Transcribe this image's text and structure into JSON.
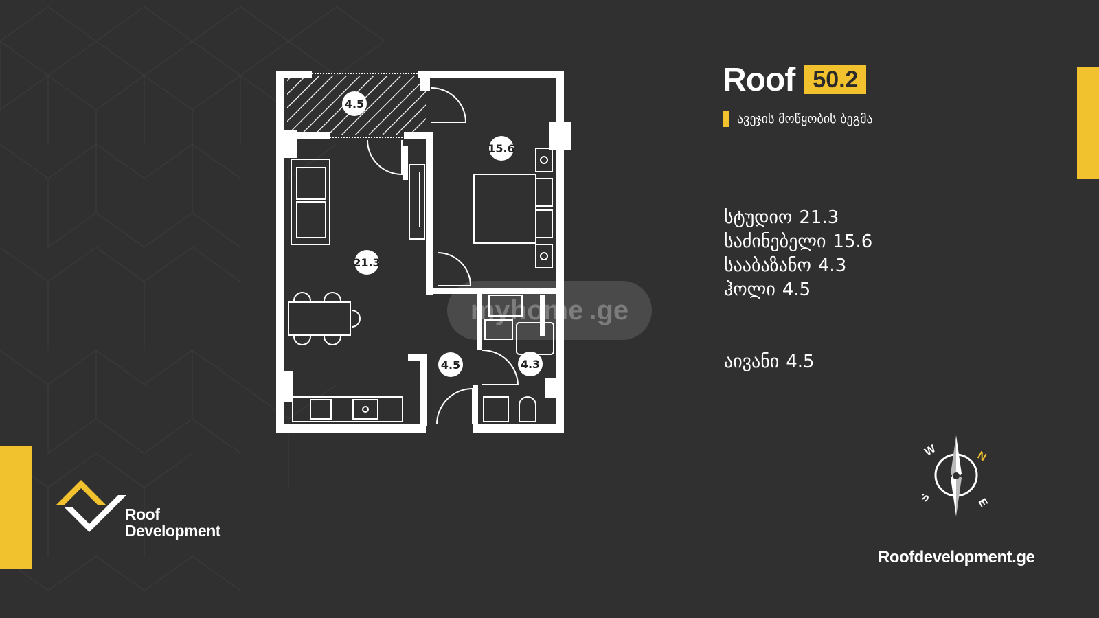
{
  "brand": {
    "name": "Roof",
    "area": "50.2"
  },
  "subtitle": "ავეჯის მოწყობის ბეგმა",
  "areas": [
    {
      "label": "სტუდიო",
      "value": "21.3"
    },
    {
      "label": "საძინებელი",
      "value": "15.6"
    },
    {
      "label": "სააბაზანო",
      "value": "4.3"
    },
    {
      "label": "ჰოლი",
      "value": "4.5"
    }
  ],
  "balcony": {
    "label": "აივანი",
    "value": "4.5"
  },
  "plan_labels": {
    "balcony": "4.5",
    "bedroom": "15.6",
    "studio": "21.3",
    "hall": "4.5",
    "bathroom": "4.3"
  },
  "developer": {
    "line1": "Roof",
    "line2": "Development"
  },
  "website": "Roofdevelopment.ge",
  "watermark": {
    "part1": "myhome",
    "part2": ".ge"
  },
  "compass": {
    "n": "N",
    "s": "S",
    "e": "E",
    "w": "W"
  },
  "colors": {
    "background": "#303030",
    "accent": "#f2c12e",
    "wall": "#ffffff"
  }
}
